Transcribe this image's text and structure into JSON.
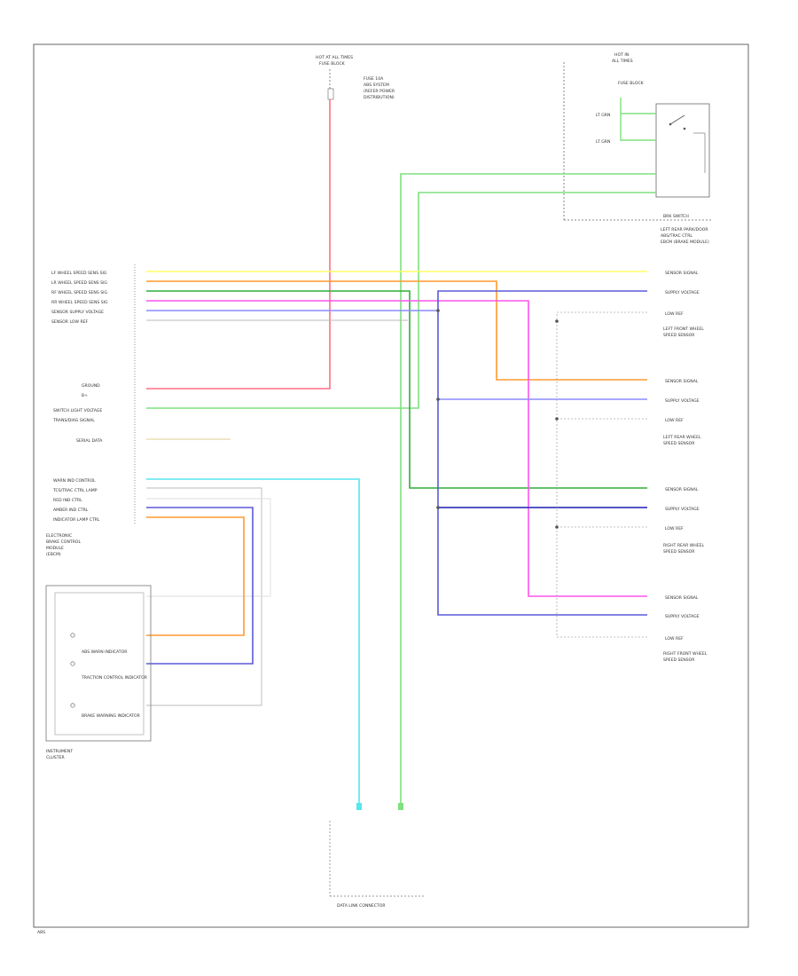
{
  "top_fuse": {
    "line1": "HOT AT ALL TIMES",
    "line2": "FUSE BLOCK"
  },
  "top_right_box": {
    "title": "HOT IN",
    "sub": "ALL TIMES",
    "label1": "FUSE BLOCK",
    "label2": "BRK SWITCH"
  },
  "top_right_caption": [
    "LEFT REAR PARK/DOOR",
    "ABS/TRAC CTRL",
    "EBCM (BRAKE MODULE)"
  ],
  "left_header": [
    "LF WHEEL SPEED SENS SIG",
    "LR WHEEL SPEED SENS SIG",
    "RF WHEEL SPEED SENS SIG",
    "RR WHEEL SPEED SENS SIG",
    "SENSOR SUPPLY VOLTAGE",
    "SENSOR LOW REF"
  ],
  "left_mid": [
    "GROUND",
    "B+"
  ],
  "left_mid2": [
    "SWITCH LIGHT VOLTAGE",
    "TRANS/DIAG SIGNAL"
  ],
  "left_serial": "SERIAL DATA",
  "left_lower": [
    "WARN IND CONTROL",
    "TCS/TRAC CTRL LAMP",
    "RED IND CTRL",
    "AMBER IND CTRL",
    "INDICATOR LAMP CTRL"
  ],
  "module_caption": [
    "ELECTRONIC",
    "BRAKE CONTROL",
    "MODULE",
    "(EBCM)"
  ],
  "cluster_caption": [
    "INSTRUMENT",
    "CLUSTER"
  ],
  "cluster_items": [
    "ABS WARN INDICATOR",
    "TRACTION CONTROL INDICATOR",
    "BRAKE WARNING INDICATOR"
  ],
  "right_labels": [
    "SENSOR SIGNAL",
    "SUPPLY VOLTAGE",
    "LOW REF"
  ],
  "right_sensor_captions": [
    [
      "LEFT FRONT WHEEL",
      "SPEED SENSOR"
    ],
    [
      "LEFT REAR WHEEL",
      "SPEED SENSOR"
    ],
    [
      "RIGHT REAR WHEEL",
      "SPEED SENSOR"
    ],
    [
      "RIGHT FRONT WHEEL",
      "SPEED SENSOR"
    ]
  ],
  "bottom_caption": "DATA LINK CONNECTOR",
  "footer_code": "ABS",
  "colors": {
    "red": "#ff6f86",
    "yellow": "#ffff66",
    "orange": "#ff9a2e",
    "green": "#7ee07e",
    "darkgreen": "#2fae3a",
    "magenta": "#ff55ee",
    "blue": "#5a5ad8",
    "lightblue": "#8c8cff",
    "cyan": "#55e6ee",
    "gray": "#999999"
  }
}
